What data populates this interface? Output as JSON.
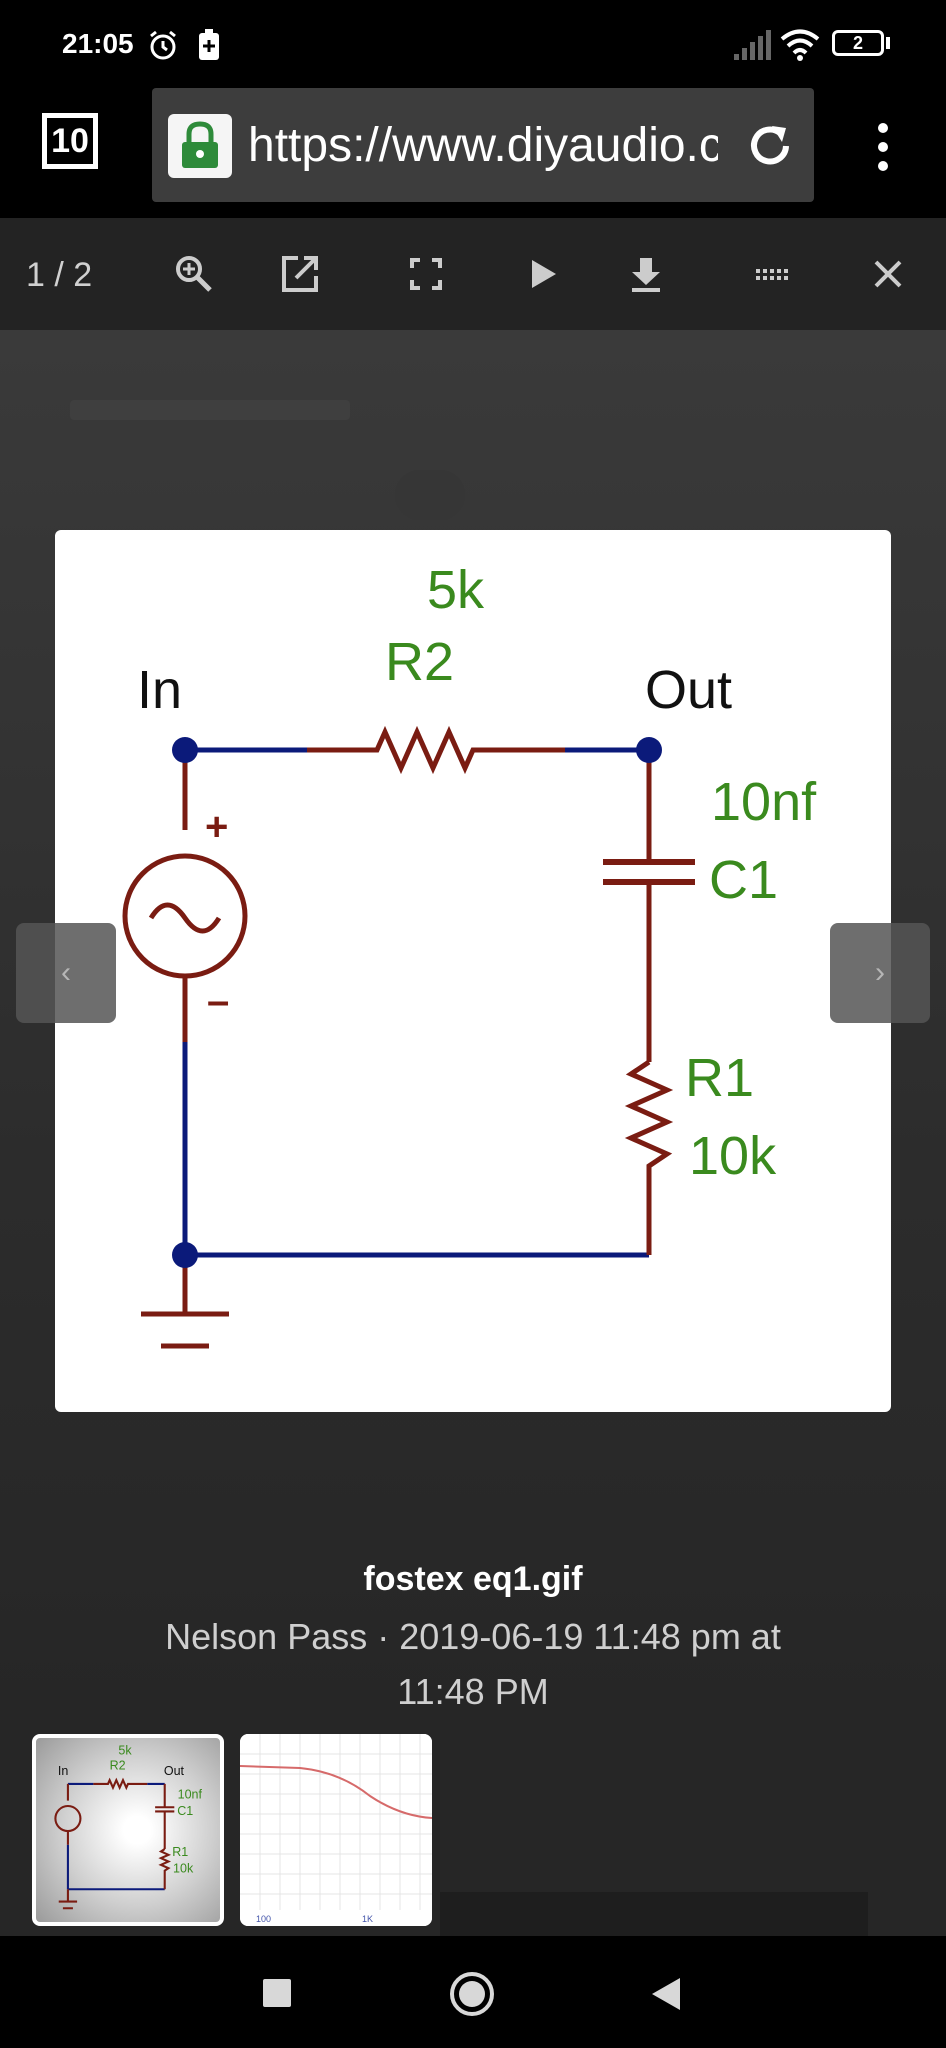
{
  "status_bar": {
    "time": "21:05",
    "battery_level": "2",
    "icons": [
      "alarm-icon",
      "battery-saver-icon",
      "signal-icon",
      "wifi-icon",
      "battery-icon"
    ]
  },
  "browser": {
    "tab_count": "10",
    "url": "https://www.diyaudio.c",
    "icons": [
      "lock-icon",
      "reload-icon",
      "more-menu-icon"
    ]
  },
  "viewer": {
    "counter": "1 / 2",
    "toolbar_icons": [
      "zoom-in-icon",
      "open-external-icon",
      "fullscreen-icon",
      "play-icon",
      "download-icon",
      "thumbnails-icon",
      "close-icon"
    ],
    "prev_label": "‹",
    "next_label": "›"
  },
  "schematic": {
    "r2_value": "5k",
    "r2_name": "R2",
    "in_label": "In",
    "out_label": "Out",
    "c1_value": "10nf",
    "c1_name": "C1",
    "r1_name": "R1",
    "r1_value": "10k",
    "plus": "+",
    "minus": "–"
  },
  "caption": {
    "title": "fostex eq1.gif",
    "meta": "Nelson Pass · 2019-06-19 11:48 pm at 11:48 PM"
  },
  "thumbnails": {
    "graph_ticks": [
      "100",
      "1K"
    ]
  },
  "colors": {
    "wire_blue": "#0b1a7a",
    "component_red": "#7a1c12",
    "label_green": "#3a8a1e"
  }
}
